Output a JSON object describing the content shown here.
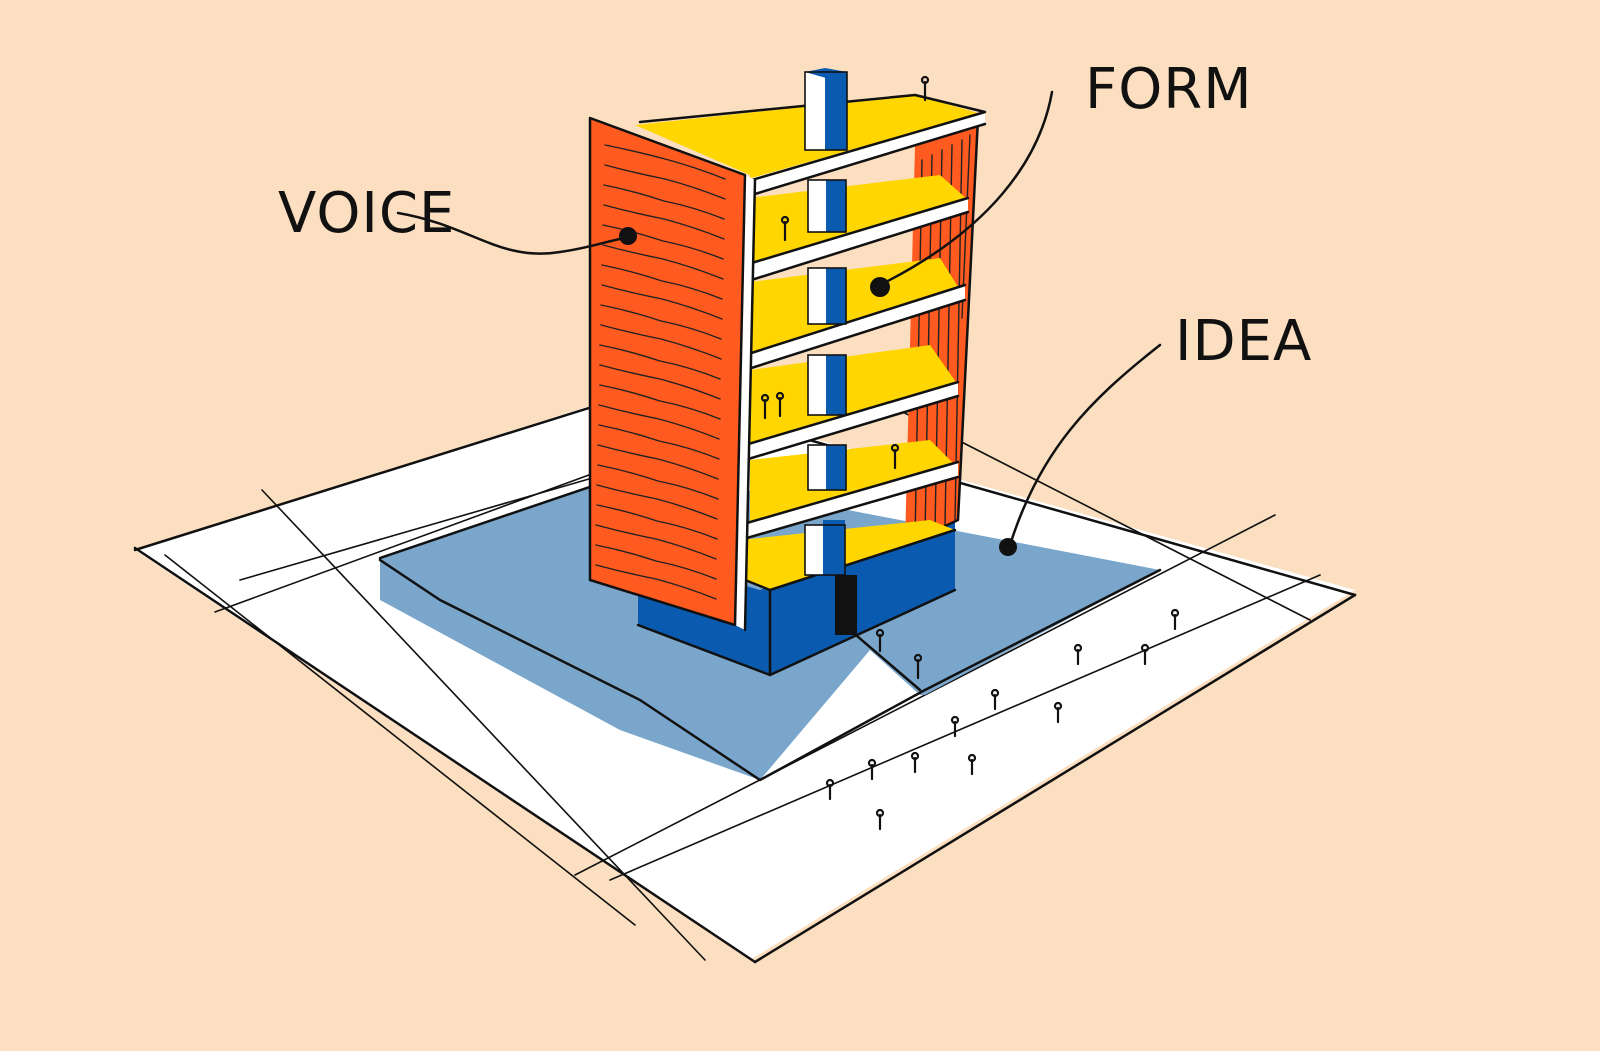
{
  "labels": {
    "voice": "VOICE",
    "form": "FORM",
    "idea": "IDEA"
  },
  "colors": {
    "background": "#fbdfc0",
    "facade_orange": "#ff5a1f",
    "floor_yellow": "#ffd600",
    "core_blue": "#0a5bb0",
    "plaza_blue": "#7aa6cc",
    "ground_white": "#ffffff",
    "ink": "#111111"
  }
}
